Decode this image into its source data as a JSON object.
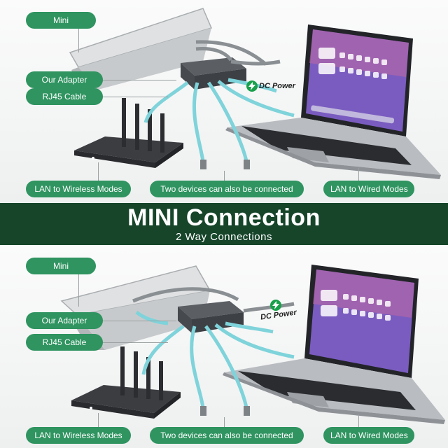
{
  "labels": {
    "mini": "Mini",
    "our_adapter": "Our Adapter",
    "rj45_cable": "RJ45 Cable",
    "dc_power": "DC Power",
    "lan_wireless": "LAN to Wireless Modes",
    "two_devices": "Two devices can also be connected",
    "lan_wired": "LAN to Wired Modes"
  },
  "banner": {
    "title": "MINI Connection",
    "subtitle": "2 Way Connections"
  },
  "colors": {
    "pill_green": "#2f9460",
    "banner_green": "#16452a",
    "cable_teal": "#7fd3da",
    "power_green": "#18a04a"
  },
  "icons": [
    "lightning-bolt-icon"
  ]
}
